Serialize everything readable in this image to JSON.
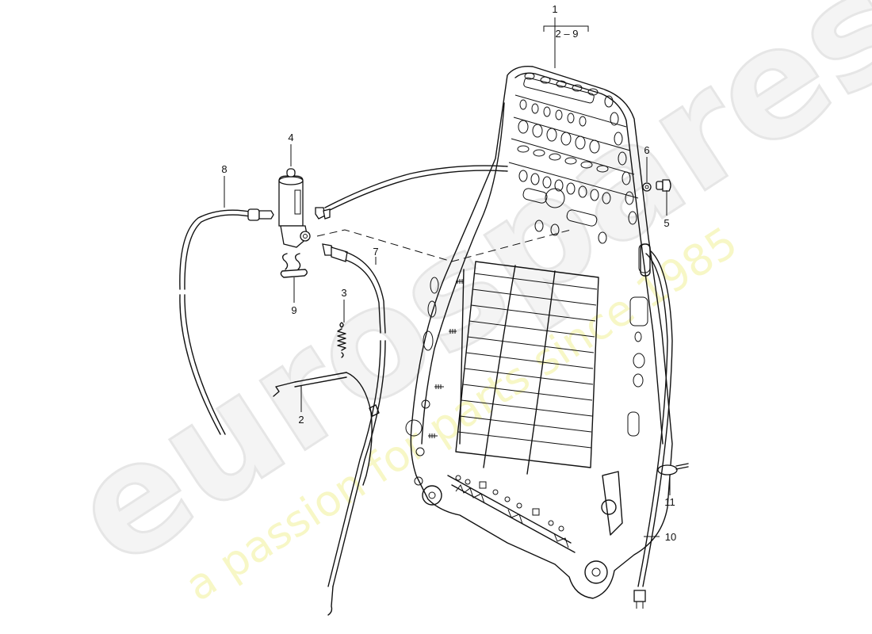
{
  "diagram": {
    "type": "exploded parts diagram",
    "subject": "seat backrest frame with adjustment motor and cables",
    "background_color": "#ffffff",
    "line_color": "#111111"
  },
  "watermark": {
    "logo_text": "eurospares",
    "tagline": "a passion for parts since 1985",
    "logo_color": "#f0f0f0",
    "tagline_color": "#f6f6c0"
  },
  "callouts": {
    "c1": {
      "label": "1",
      "part": "backrest frame"
    },
    "c1_range": {
      "label": "2 – 9"
    },
    "c2": {
      "label": "2",
      "part": "bowden cable with hooked end"
    },
    "c3": {
      "label": "3",
      "part": "tension spring"
    },
    "c4": {
      "label": "4",
      "part": "electric motor"
    },
    "c5": {
      "label": "5",
      "part": "screw"
    },
    "c6": {
      "label": "6",
      "part": "washer / nut"
    },
    "c7": {
      "label": "7",
      "part": "drive cable"
    },
    "c8": {
      "label": "8",
      "part": "drive cable"
    },
    "c9": {
      "label": "9",
      "part": "retaining clip"
    },
    "c10": {
      "label": "10",
      "part": "wiring harness with connector"
    },
    "c11": {
      "label": "11",
      "part": "hose clamp"
    }
  }
}
